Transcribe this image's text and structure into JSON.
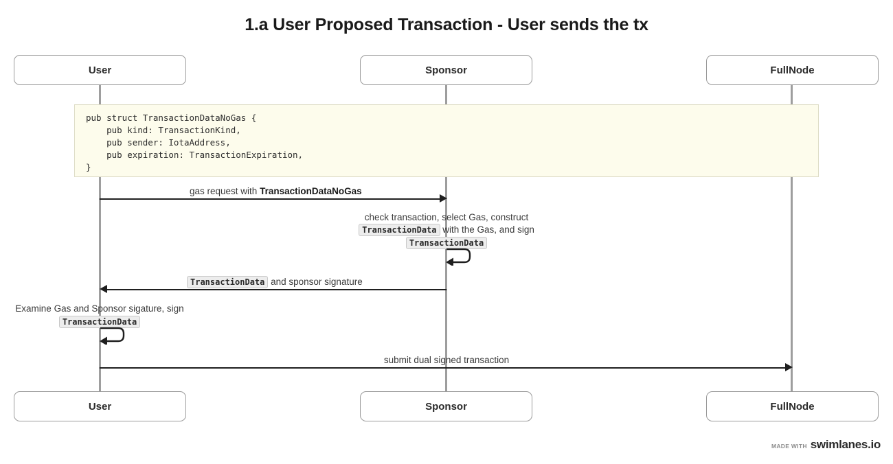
{
  "title": "1.a User Proposed Transaction - User sends the tx",
  "participants": [
    {
      "name": "User",
      "label": "User"
    },
    {
      "name": "Sponsor",
      "label": "Sponsor"
    },
    {
      "name": "FullNode",
      "label": "FullNode"
    }
  ],
  "note": {
    "language": "rust",
    "code": "pub struct TransactionDataNoGas {\n    pub kind: TransactionKind,\n    pub sender: IotaAddress,\n    pub expiration: TransactionExpiration,\n}"
  },
  "messages": [
    {
      "id": "gas-request",
      "from": "User",
      "to": "Sponsor",
      "kind": "call",
      "direction": "right",
      "label_plain": "gas request with TransactionDataNoGas",
      "label_prefix": "gas request with ",
      "label_strong": "TransactionDataNoGas"
    },
    {
      "id": "sponsor-self-check",
      "from": "Sponsor",
      "to": "Sponsor",
      "kind": "self",
      "label_plain": "check transaction, select Gas, construct TransactionData with the Gas, and sign TransactionData",
      "line1": "check transaction, select Gas, construct",
      "line2_code": "TransactionData",
      "line2_text": " with the Gas, and sign",
      "line3_code": "TransactionData"
    },
    {
      "id": "return-transaction-data",
      "from": "Sponsor",
      "to": "User",
      "kind": "return",
      "direction": "left",
      "label_plain": "TransactionData and sponsor signature",
      "label_code": "TransactionData",
      "label_text": " and sponsor signature"
    },
    {
      "id": "user-self-examine",
      "from": "User",
      "to": "User",
      "kind": "self",
      "label_plain": "Examine Gas and Sponsor sigature, sign TransactionData",
      "line1": "Examine Gas and Sponsor sigature, sign",
      "line2_code": "TransactionData"
    },
    {
      "id": "submit-dual-signed",
      "from": "User",
      "to": "FullNode",
      "kind": "call",
      "direction": "right",
      "label_plain": "submit dual signed transaction"
    }
  ],
  "watermark": {
    "made_with": "MADE WITH",
    "brand": "swimlanes.io"
  },
  "colors": {
    "note_background": "#fdfcec",
    "note_border": "#dedcc6",
    "lifeline": "#9e9e9e",
    "arrow": "#1f1f1f",
    "participant_border": "#9a9a9a",
    "chip_background": "#ededed",
    "chip_border": "#c8c8c8",
    "text": "#2b2b2b"
  }
}
